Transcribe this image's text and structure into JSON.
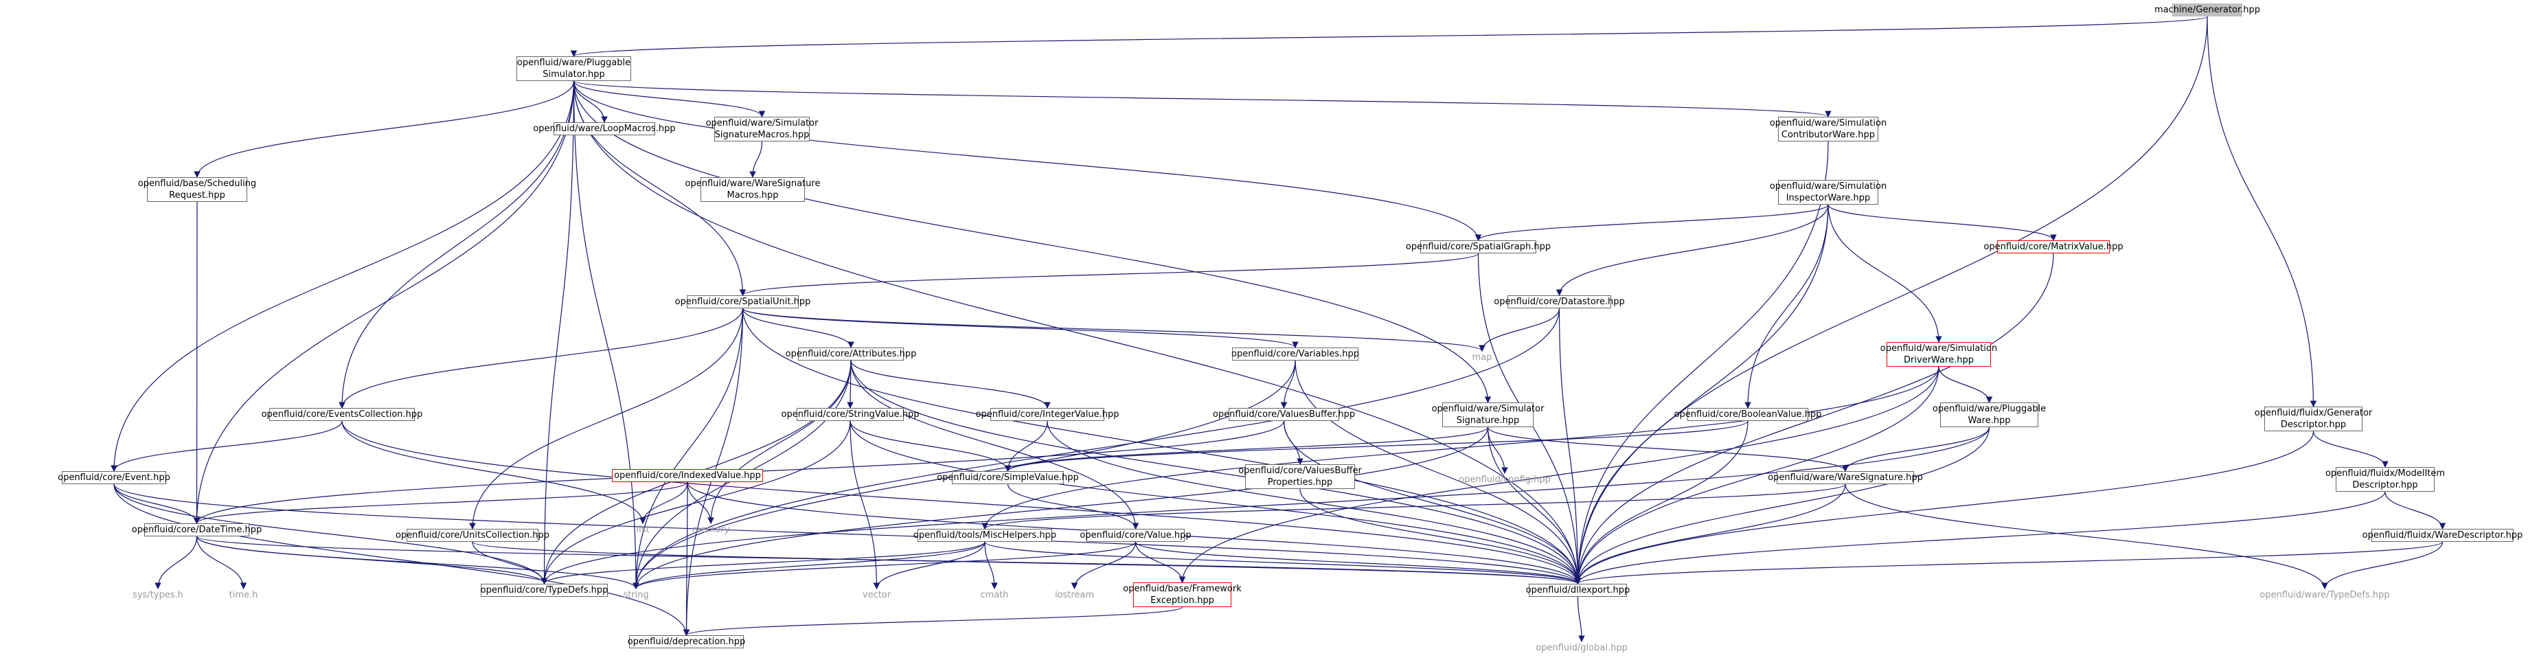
{
  "graph": {
    "nodes": [
      {
        "id": "gen",
        "label": "machine/Generator.hpp",
        "kind": "root"
      },
      {
        "id": "ps",
        "label": "openfluid/ware/Pluggable\nSimulator.hpp",
        "kind": "box"
      },
      {
        "id": "loop",
        "label": "openfluid/ware/LoopMacros.hpp",
        "kind": "box"
      },
      {
        "id": "ssm",
        "label": "openfluid/ware/Simulator\nSignatureMacros.hpp",
        "kind": "box"
      },
      {
        "id": "wsm",
        "label": "openfluid/ware/WareSignature\nMacros.hpp",
        "kind": "box"
      },
      {
        "id": "cw",
        "label": "openfluid/ware/Simulation\nContributorWare.hpp",
        "kind": "box"
      },
      {
        "id": "iw",
        "label": "openfluid/ware/Simulation\nInspectorWare.hpp",
        "kind": "box"
      },
      {
        "id": "sr",
        "label": "openfluid/base/Scheduling\nRequest.hpp",
        "kind": "box"
      },
      {
        "id": "sg",
        "label": "openfluid/core/SpatialGraph.hpp",
        "kind": "box"
      },
      {
        "id": "mv",
        "label": "openfluid/core/MatrixValue.hpp",
        "kind": "red"
      },
      {
        "id": "su",
        "label": "openfluid/core/SpatialUnit.hpp",
        "kind": "box"
      },
      {
        "id": "ds",
        "label": "openfluid/core/Datastore.hpp",
        "kind": "box"
      },
      {
        "id": "attr",
        "label": "openfluid/core/Attributes.hpp",
        "kind": "box"
      },
      {
        "id": "vars",
        "label": "openfluid/core/Variables.hpp",
        "kind": "box"
      },
      {
        "id": "map",
        "label": "map",
        "kind": "ext"
      },
      {
        "id": "dw",
        "label": "openfluid/ware/Simulation\nDriverWare.hpp",
        "kind": "red"
      },
      {
        "id": "gd",
        "label": "openfluid/fluidx/Generator\nDescriptor.hpp",
        "kind": "box"
      },
      {
        "id": "ec",
        "label": "openfluid/core/EventsCollection.hpp",
        "kind": "box"
      },
      {
        "id": "sv",
        "label": "openfluid/core/StringValue.hpp",
        "kind": "box"
      },
      {
        "id": "iv",
        "label": "openfluid/core/IntegerValue.hpp",
        "kind": "box"
      },
      {
        "id": "vb",
        "label": "openfluid/core/ValuesBuffer.hpp",
        "kind": "box"
      },
      {
        "id": "sig",
        "label": "openfluid/ware/Simulator\nSignature.hpp",
        "kind": "box"
      },
      {
        "id": "bv",
        "label": "openfluid/core/BooleanValue.hpp",
        "kind": "box"
      },
      {
        "id": "pw",
        "label": "openfluid/ware/Pluggable\nWare.hpp",
        "kind": "box"
      },
      {
        "id": "mid",
        "label": "openfluid/fluidx/ModelItem\nDescriptor.hpp",
        "kind": "box"
      },
      {
        "id": "ev",
        "label": "openfluid/core/Event.hpp",
        "kind": "box"
      },
      {
        "id": "idx",
        "label": "openfluid/core/IndexedValue.hpp",
        "kind": "red"
      },
      {
        "id": "simp",
        "label": "openfluid/core/SimpleValue.hpp",
        "kind": "box"
      },
      {
        "id": "vbp",
        "label": "openfluid/core/ValuesBuffer\nProperties.hpp",
        "kind": "box"
      },
      {
        "id": "cfg",
        "label": "openfluid/config.hpp",
        "kind": "ext"
      },
      {
        "id": "ws",
        "label": "openfluid/ware/WareSignature.hpp",
        "kind": "box"
      },
      {
        "id": "wd",
        "label": "openfluid/fluidx/WareDescriptor.hpp",
        "kind": "box"
      },
      {
        "id": "list",
        "label": "list",
        "kind": "ext"
      },
      {
        "id": "memory",
        "label": "memory",
        "kind": "ext"
      },
      {
        "id": "dt",
        "label": "openfluid/core/DateTime.hpp",
        "kind": "box"
      },
      {
        "id": "uc",
        "label": "openfluid/core/UnitsCollection.hpp",
        "kind": "box"
      },
      {
        "id": "mh",
        "label": "openfluid/tools/MiscHelpers.hpp",
        "kind": "box"
      },
      {
        "id": "val",
        "label": "openfluid/core/Value.hpp",
        "kind": "box"
      },
      {
        "id": "td",
        "label": "openfluid/core/TypeDefs.hpp",
        "kind": "box"
      },
      {
        "id": "systypes",
        "label": "sys/types.h",
        "kind": "ext"
      },
      {
        "id": "timeh",
        "label": "time.h",
        "kind": "ext"
      },
      {
        "id": "string",
        "label": "string",
        "kind": "ext"
      },
      {
        "id": "vector",
        "label": "vector",
        "kind": "ext"
      },
      {
        "id": "cmath",
        "label": "cmath",
        "kind": "ext"
      },
      {
        "id": "iostream",
        "label": "iostream",
        "kind": "ext"
      },
      {
        "id": "fe",
        "label": "openfluid/base/Framework\nException.hpp",
        "kind": "red"
      },
      {
        "id": "dllexp",
        "label": "openfluid/dllexport.hpp",
        "kind": "box"
      },
      {
        "id": "wtd",
        "label": "openfluid/ware/TypeDefs.hpp",
        "kind": "ext"
      },
      {
        "id": "global",
        "label": "openfluid/global.hpp",
        "kind": "ext"
      },
      {
        "id": "depr",
        "label": "openfluid/deprecation.hpp",
        "kind": "box"
      }
    ],
    "edges": [
      [
        "gen",
        "ps"
      ],
      [
        "gen",
        "dllexp"
      ],
      [
        "gen",
        "gd"
      ],
      [
        "ps",
        "loop"
      ],
      [
        "ps",
        "ssm"
      ],
      [
        "ps",
        "cw"
      ],
      [
        "ps",
        "sr"
      ],
      [
        "ps",
        "sg"
      ],
      [
        "ps",
        "su"
      ],
      [
        "ps",
        "ec"
      ],
      [
        "ps",
        "ev"
      ],
      [
        "ps",
        "dt"
      ],
      [
        "ps",
        "sig"
      ],
      [
        "ps",
        "dllexp"
      ],
      [
        "ps",
        "td"
      ],
      [
        "ps",
        "string"
      ],
      [
        "ssm",
        "wsm"
      ],
      [
        "cw",
        "dllexp"
      ],
      [
        "iw",
        "sg"
      ],
      [
        "iw",
        "ds"
      ],
      [
        "iw",
        "mv"
      ],
      [
        "iw",
        "dw"
      ],
      [
        "iw",
        "bv"
      ],
      [
        "iw",
        "dllexp"
      ],
      [
        "sr",
        "dt"
      ],
      [
        "sg",
        "su"
      ],
      [
        "sg",
        "dllexp"
      ],
      [
        "mv",
        "dllexp"
      ],
      [
        "su",
        "attr"
      ],
      [
        "su",
        "vars"
      ],
      [
        "su",
        "map"
      ],
      [
        "su",
        "ec"
      ],
      [
        "su",
        "uc"
      ],
      [
        "su",
        "string"
      ],
      [
        "su",
        "dllexp"
      ],
      [
        "su",
        "depr"
      ],
      [
        "ds",
        "map"
      ],
      [
        "ds",
        "dllexp"
      ],
      [
        "ds",
        "string"
      ],
      [
        "attr",
        "sv"
      ],
      [
        "attr",
        "iv"
      ],
      [
        "attr",
        "memory"
      ],
      [
        "attr",
        "td"
      ],
      [
        "attr",
        "dllexp"
      ],
      [
        "attr",
        "string"
      ],
      [
        "attr",
        "val"
      ],
      [
        "vars",
        "vb"
      ],
      [
        "vars",
        "dllexp"
      ],
      [
        "vars",
        "string"
      ],
      [
        "dw",
        "pw"
      ],
      [
        "dw",
        "dllexp"
      ],
      [
        "dw",
        "fe"
      ],
      [
        "dw",
        "mh"
      ],
      [
        "gd",
        "mid"
      ],
      [
        "gd",
        "dllexp"
      ],
      [
        "ec",
        "ev"
      ],
      [
        "ec",
        "list"
      ],
      [
        "ec",
        "dllexp"
      ],
      [
        "sv",
        "simp"
      ],
      [
        "sv",
        "vector"
      ],
      [
        "sv",
        "td"
      ],
      [
        "sv",
        "dllexp"
      ],
      [
        "iv",
        "simp"
      ],
      [
        "iv",
        "dllexp"
      ],
      [
        "vb",
        "vbp"
      ],
      [
        "vb",
        "dt"
      ],
      [
        "vb",
        "dllexp"
      ],
      [
        "sig",
        "ws"
      ],
      [
        "sig",
        "cfg"
      ],
      [
        "sig",
        "dllexp"
      ],
      [
        "sig",
        "string"
      ],
      [
        "sig",
        "simp"
      ],
      [
        "bv",
        "simp"
      ],
      [
        "bv",
        "dllexp"
      ],
      [
        "pw",
        "ws"
      ],
      [
        "pw",
        "dllexp"
      ],
      [
        "pw",
        "td"
      ],
      [
        "mid",
        "wd"
      ],
      [
        "mid",
        "dllexp"
      ],
      [
        "ev",
        "dt"
      ],
      [
        "ev",
        "td"
      ],
      [
        "ev",
        "dllexp"
      ],
      [
        "ev",
        "depr"
      ],
      [
        "idx",
        "dt"
      ],
      [
        "idx",
        "list"
      ],
      [
        "idx",
        "memory"
      ],
      [
        "idx",
        "dllexp"
      ],
      [
        "idx",
        "depr"
      ],
      [
        "simp",
        "val"
      ],
      [
        "vbp",
        "dllexp"
      ],
      [
        "ws",
        "wtd"
      ],
      [
        "ws",
        "dllexp"
      ],
      [
        "ws",
        "mh"
      ],
      [
        "wd",
        "wtd"
      ],
      [
        "wd",
        "dllexp"
      ],
      [
        "dt",
        "systypes"
      ],
      [
        "dt",
        "timeh"
      ],
      [
        "dt",
        "string"
      ],
      [
        "dt",
        "td"
      ],
      [
        "dt",
        "dllexp"
      ],
      [
        "uc",
        "td"
      ],
      [
        "uc",
        "dllexp"
      ],
      [
        "mh",
        "string"
      ],
      [
        "mh",
        "vector"
      ],
      [
        "mh",
        "cmath"
      ],
      [
        "mh",
        "td"
      ],
      [
        "mh",
        "dllexp"
      ],
      [
        "val",
        "iostream"
      ],
      [
        "val",
        "fe"
      ],
      [
        "val",
        "dllexp"
      ],
      [
        "val",
        "string"
      ],
      [
        "fe",
        "depr"
      ],
      [
        "dllexp",
        "global"
      ]
    ]
  }
}
